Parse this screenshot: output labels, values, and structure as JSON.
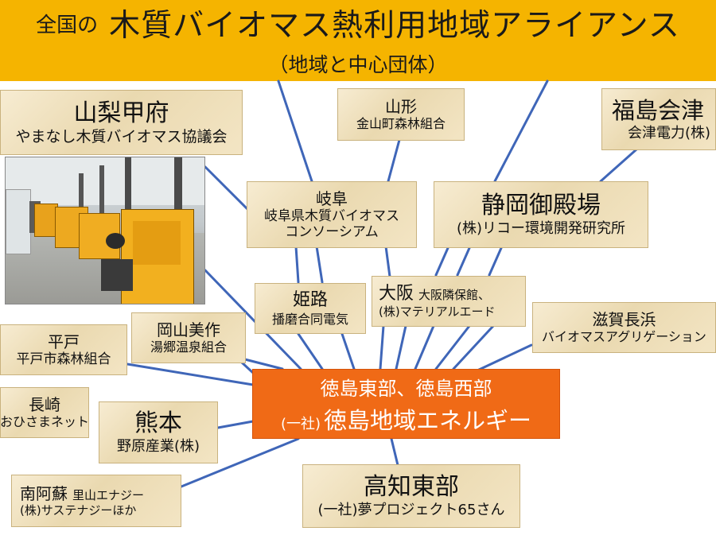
{
  "header": {
    "title_prefix": "全国の",
    "title_main": "木質バイオマス熱利用地域アライアンス",
    "subtitle": "（地域と中心団体）"
  },
  "center": {
    "line1": "徳島東部、徳島西部",
    "line2_prefix": "(一社)",
    "line2_main": "徳島地域エネルギー"
  },
  "nodes": {
    "yamanashi": {
      "region": "山梨甲府",
      "org": "やまなし木質バイオマス協議会"
    },
    "yamagata": {
      "region": "山形",
      "org": "金山町森林組合"
    },
    "fukushima": {
      "region": "福島会津",
      "org": "会津電力(株)"
    },
    "gifu": {
      "region": "岐阜",
      "org_line1": "岐阜県木質バイオマス",
      "org_line2": "コンソーシアム"
    },
    "shizuoka": {
      "region": "静岡御殿場",
      "org": "(株)リコー環境開発研究所"
    },
    "himeji": {
      "region": "姫路",
      "org": "播磨合同電気"
    },
    "osaka": {
      "region": "大阪",
      "org_line1": "大阪隣保館、",
      "org_line2": "(株)マテリアルエード"
    },
    "okayama": {
      "region": "岡山美作",
      "org": "湯郷温泉組合"
    },
    "shiga": {
      "region": "滋賀長浜",
      "org": "バイオマスアグリゲーション"
    },
    "hirado": {
      "region": "平戸",
      "org": "平戸市森林組合"
    },
    "nagasaki": {
      "region": "長崎",
      "org": "おひさまネット"
    },
    "kumamoto": {
      "region": "熊本",
      "org": "野原産業(株)"
    },
    "minamiaso": {
      "region": "南阿蘇",
      "org_line1": "里山エナジー",
      "org_line2": "(株)サステナジーほか"
    },
    "kochi": {
      "region": "高知東部",
      "org": "(一社)夢プロジェクト65さん"
    }
  },
  "photo": {
    "description_icon": "boiler-room-photo"
  },
  "colors": {
    "header_bg": "#f5b400",
    "center_bg": "#f06a16",
    "line": "#3f66b8",
    "box_bg": "#efe0bd"
  }
}
